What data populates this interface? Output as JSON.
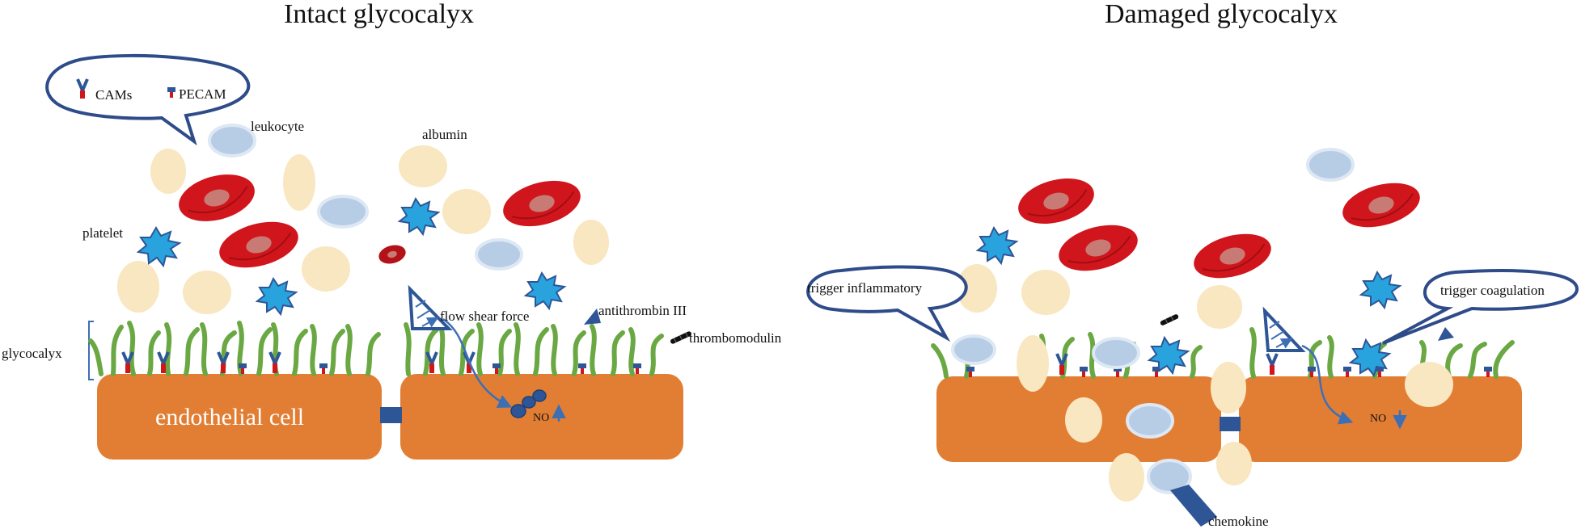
{
  "colors": {
    "cell": "#E27E34",
    "cell_junction": "#2E5697",
    "glycocalyx": "#6AA843",
    "albumin": "#F8E7C0",
    "leukocyte": "#B7CDE6",
    "leukocyte_edge": "#DDE8F4",
    "rbc": "#D0161C",
    "rbc_center": "#C77B74",
    "platelet": "#29A3DE",
    "platelet_edge": "#2E5697",
    "outline": "#2E4B8A",
    "cam_red": "#D0161C"
  },
  "panels": {
    "intact": {
      "title": "Intact glycocalyx"
    },
    "damaged": {
      "title": "Damaged glycocalyx"
    }
  },
  "labels": {
    "cams": "CAMs",
    "pecam": "PECAM",
    "leukocyte": "leukocyte",
    "albumin": "albumin",
    "platelet": "platelet",
    "glycocalyx": "glycocalyx",
    "endothelial_cell": "endothelial cell",
    "flow_shear_force": "flow shear force",
    "antithrombin": "antithrombin III",
    "thrombomodulin": "thrombomodulin",
    "no_up": "NO",
    "no_down": "NO",
    "trigger_inflammatory": "trigger inflammatory",
    "trigger_coagulation": "trigger coagulation",
    "chemokine": "chemokine"
  },
  "icons": [
    "cam-receptor-icon",
    "pecam-icon",
    "red-blood-cell-icon",
    "platelet-icon",
    "albumin-icon",
    "leukocyte-icon",
    "shear-force-icon",
    "antithrombin-icon",
    "thrombomodulin-icon",
    "nitric-oxide-icon",
    "up-arrow-icon",
    "down-arrow-icon"
  ]
}
